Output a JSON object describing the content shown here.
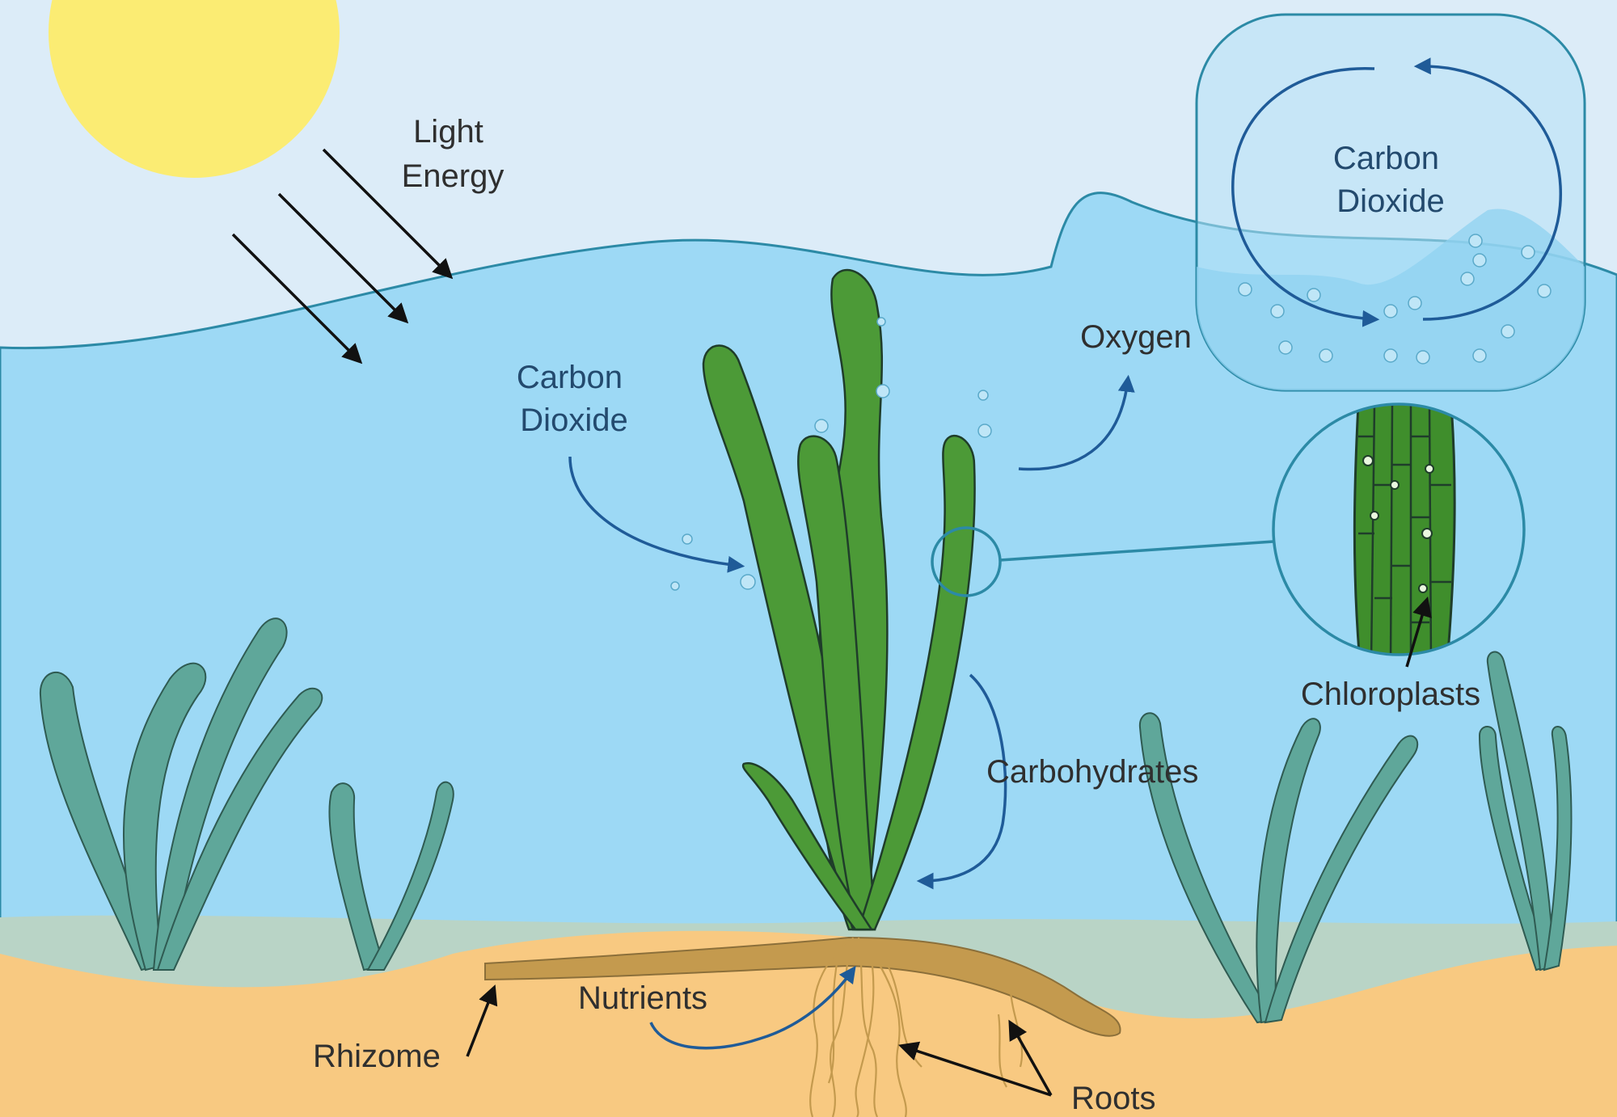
{
  "labels": {
    "light_energy": [
      "Light",
      "Energy"
    ],
    "carbon_dioxide_water": [
      "Carbon",
      "Dioxide"
    ],
    "carbon_dioxide_air": [
      "Carbon",
      "Dioxide"
    ],
    "oxygen": "Oxygen",
    "chloroplasts": "Chloroplasts",
    "carbohydrates": "Carbohydrates",
    "nutrients": "Nutrients",
    "rhizome": "Rhizome",
    "roots": "Roots"
  },
  "colors": {
    "sky": "#dcecf8",
    "water": "#9dd9f5",
    "sun": "#fbec73",
    "sand": "#f8c981",
    "seagrass_main": "#4c9a37",
    "seagrass_background": "#5fa79a",
    "rhizome": "#c49a4e",
    "arrow_blue": "#1f5b98",
    "arrow_black": "#111111"
  }
}
